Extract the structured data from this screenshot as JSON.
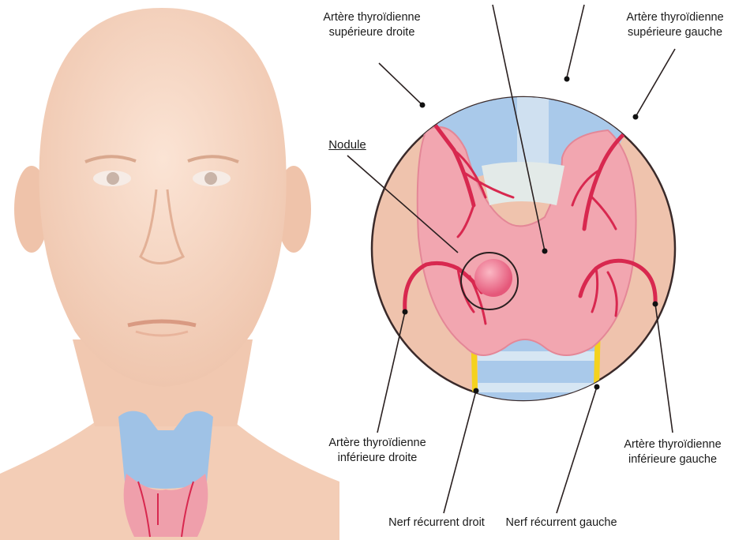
{
  "labels": {
    "sup_droite": {
      "line1": "Artère thyroïdienne",
      "line2": "supérieure droite"
    },
    "sup_gauche": {
      "line1": "Artère thyroïdienne",
      "line2": "supérieure gauche"
    },
    "nodule": "Nodule",
    "inf_droite": {
      "line1": "Artère thyroïdienne",
      "line2": "inférieure droite"
    },
    "inf_gauche": {
      "line1": "Artère thyroïdienne",
      "line2": "inférieure gauche"
    },
    "nerf_droit": "Nerf récurrent droit",
    "nerf_gauche": "Nerf récurrent gauche"
  },
  "colors": {
    "skin": "#f7d8c4",
    "skin_shadow": "#ecc2aa",
    "circle_bg": "#efc3ad",
    "thyroid": "#f2a6b0",
    "artery": "#d8284f",
    "cartilage": "#a9c9ea",
    "nerve": "#f4d21e",
    "nodule": "#ef6f86"
  }
}
